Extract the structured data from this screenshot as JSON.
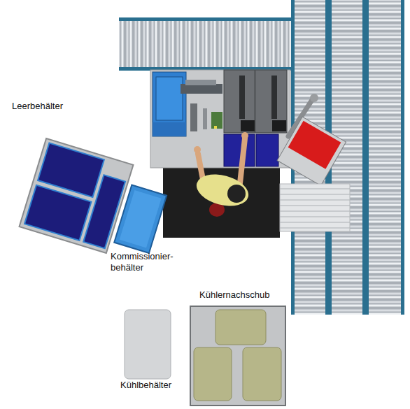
{
  "diagram": {
    "labels": [
      "Leerbehälter",
      "Kommissionier- behälter",
      "Kühlernachschub",
      "Kühlbehälter"
    ]
  }
}
